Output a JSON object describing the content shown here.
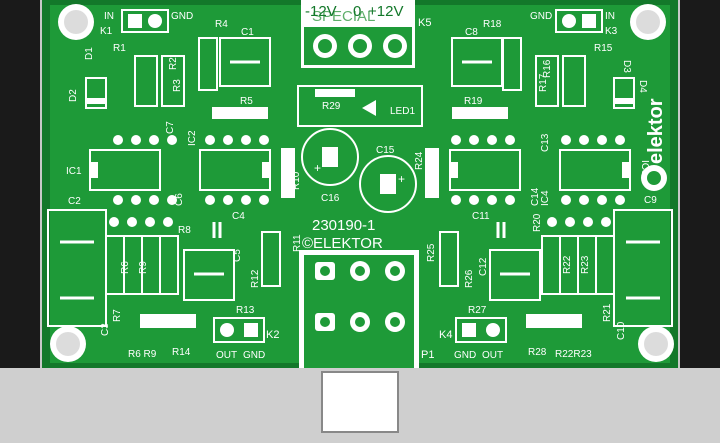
{
  "board": {
    "title": "230190-1",
    "copyright": "©ELEKTOR",
    "logo_text": "elektor",
    "colors": {
      "board_dark": "#13782a",
      "copper": "#1e9a38",
      "silk": "#ffffff",
      "base": "#cfcfcf"
    }
  },
  "connectors": {
    "k5": {
      "name": "K5",
      "pins": [
        "-12V",
        "0",
        "+12V"
      ],
      "hidden_text": "SPECIAL"
    },
    "k1": {
      "name": "K1",
      "in": "IN",
      "gnd": "GND"
    },
    "k3": {
      "name": "K3",
      "in": "IN",
      "gnd": "GND"
    },
    "k2": {
      "name": "K2",
      "out": "OUT",
      "gnd": "GND"
    },
    "k4": {
      "name": "K4",
      "out": "OUT",
      "gnd": "GND"
    },
    "p1": {
      "name": "P1"
    }
  },
  "labels": {
    "r1": "R1",
    "r2": "R2",
    "r3": "R3",
    "r4": "R4",
    "r5": "R5",
    "r6": "R6",
    "r7": "R7",
    "r8": "R8",
    "r9": "R9",
    "r10": "R10",
    "r11": "R11",
    "r12": "R12",
    "r13": "R13",
    "r14": "R14",
    "r15": "R15",
    "r16": "R16",
    "r17": "R17",
    "r18": "R18",
    "r19": "R19",
    "r20": "R20",
    "r21": "R21",
    "r22": "R22",
    "r23": "R23",
    "r24": "R24",
    "r25": "R25",
    "r26": "R26",
    "r27": "R27",
    "r28": "R28",
    "r29": "R29",
    "c1": "C1",
    "c2": "C2",
    "c3": "C3",
    "c4": "C4",
    "c5": "C5",
    "c6": "C6",
    "c7": "C7",
    "c8": "C8",
    "c9": "C9",
    "c10": "C10",
    "c11": "C11",
    "c12": "C12",
    "c13": "C13",
    "c14": "C14",
    "c15": "C15",
    "c16": "C16",
    "d1": "D1",
    "d2": "D2",
    "d3": "D3",
    "d4": "D4",
    "ic1": "IC1",
    "ic2": "IC2",
    "ic3": "IC3",
    "ic4": "IC4",
    "led1": "LED1",
    "r6r9": "R6 R9",
    "r22r23": "R22R23",
    "plus": "+"
  }
}
